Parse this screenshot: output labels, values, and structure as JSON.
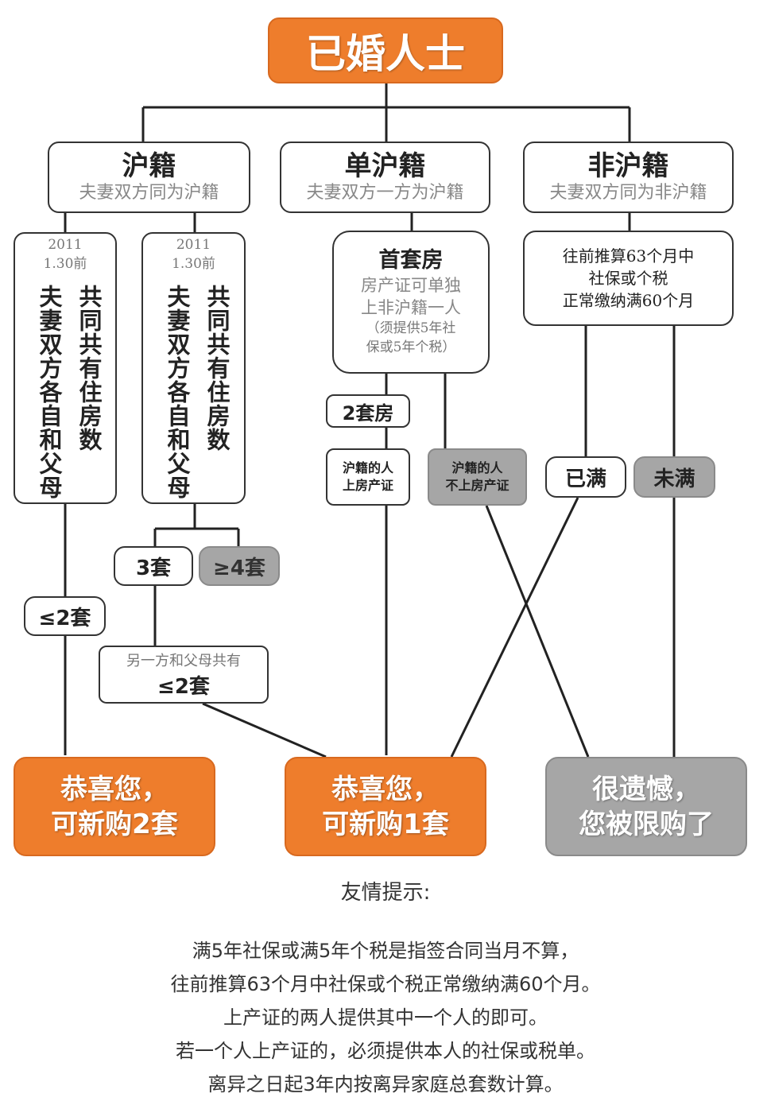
{
  "top": {
    "title": "已婚人士"
  },
  "branches": [
    {
      "title": "沪籍",
      "subtitle": "夫妻双方同为沪籍"
    },
    {
      "title": "单沪籍",
      "subtitle": "夫妻双方一方为沪籍"
    },
    {
      "title": "非沪籍",
      "subtitle": "夫妻双方同为非沪籍"
    }
  ],
  "hj_left": {
    "date1": "2011",
    "date2": "1.30前",
    "col1": "共同共有住房数",
    "col2": "夫妻双方各自和父母"
  },
  "hj_right": {
    "date1": "2011",
    "date2": "1.30前",
    "col1": "共同共有住房数",
    "col2": "夫妻双方各自和父母"
  },
  "tags": {
    "le2": "≤2套",
    "three": "3套",
    "ge4": "≥4套",
    "two_house": "2套房",
    "yiman": "已满",
    "weiman": "未满"
  },
  "other_party": {
    "line1": "另一方和父母共有",
    "line2": "≤2套"
  },
  "single": {
    "first_title": "首套房",
    "first_line1": "房产证可单独",
    "first_line2": "上非沪籍一人",
    "first_line3": "（须提供5年社",
    "first_line4": "保或5年个税）",
    "cert_line1": "沪籍的人",
    "cert_line2": "上房产证",
    "nocert_line1": "沪籍的人",
    "nocert_line2": "不上房产证"
  },
  "nonhj": {
    "line1": "往前推算63个月中",
    "line2": "社保或个税",
    "line3": "正常缴纳满60个月"
  },
  "results": [
    {
      "line1": "恭喜您，",
      "line2": "可新购2套"
    },
    {
      "line1": "恭喜您，",
      "line2": "可新购1套"
    },
    {
      "line1": "很遗憾，",
      "line2": "您被限购了"
    }
  ],
  "notes": {
    "title": "友情提示:",
    "lines": [
      "满5年社保或满5年个税是指签合同当月不算，",
      "往前推算63个月中社保或个税正常缴纳满60个月。",
      "上产证的两人提供其中一个人的即可。",
      "若一个人上产证的，必须提供本人的社保或税单。",
      "离异之日起3年内按离异家庭总套数计算。"
    ]
  },
  "colors": {
    "orange": "#ee7d2c",
    "gray": "#a6a6a6",
    "line": "#222222"
  }
}
